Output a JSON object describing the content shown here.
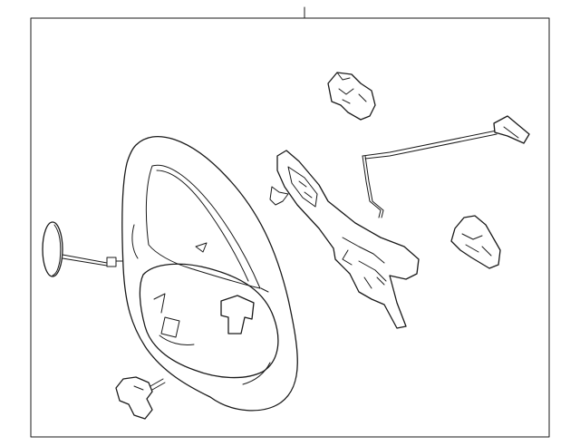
{
  "diagram": {
    "parts": [
      {
        "id": "steering-wheel",
        "icon": "steering-wheel-icon"
      },
      {
        "id": "horn-cap",
        "icon": "horn-cap-icon"
      },
      {
        "id": "wiring-harness",
        "icon": "wiring-harness-icon"
      },
      {
        "id": "bracket-top",
        "icon": "bracket-icon"
      },
      {
        "id": "switch-cable",
        "icon": "cable-icon"
      },
      {
        "id": "switch-assembly",
        "icon": "switch-assembly-icon"
      },
      {
        "id": "small-switch",
        "icon": "switch-icon"
      },
      {
        "id": "bezel-cover",
        "icon": "bezel-icon"
      }
    ],
    "line_color": "#1a1a1a",
    "background": "#ffffff"
  }
}
